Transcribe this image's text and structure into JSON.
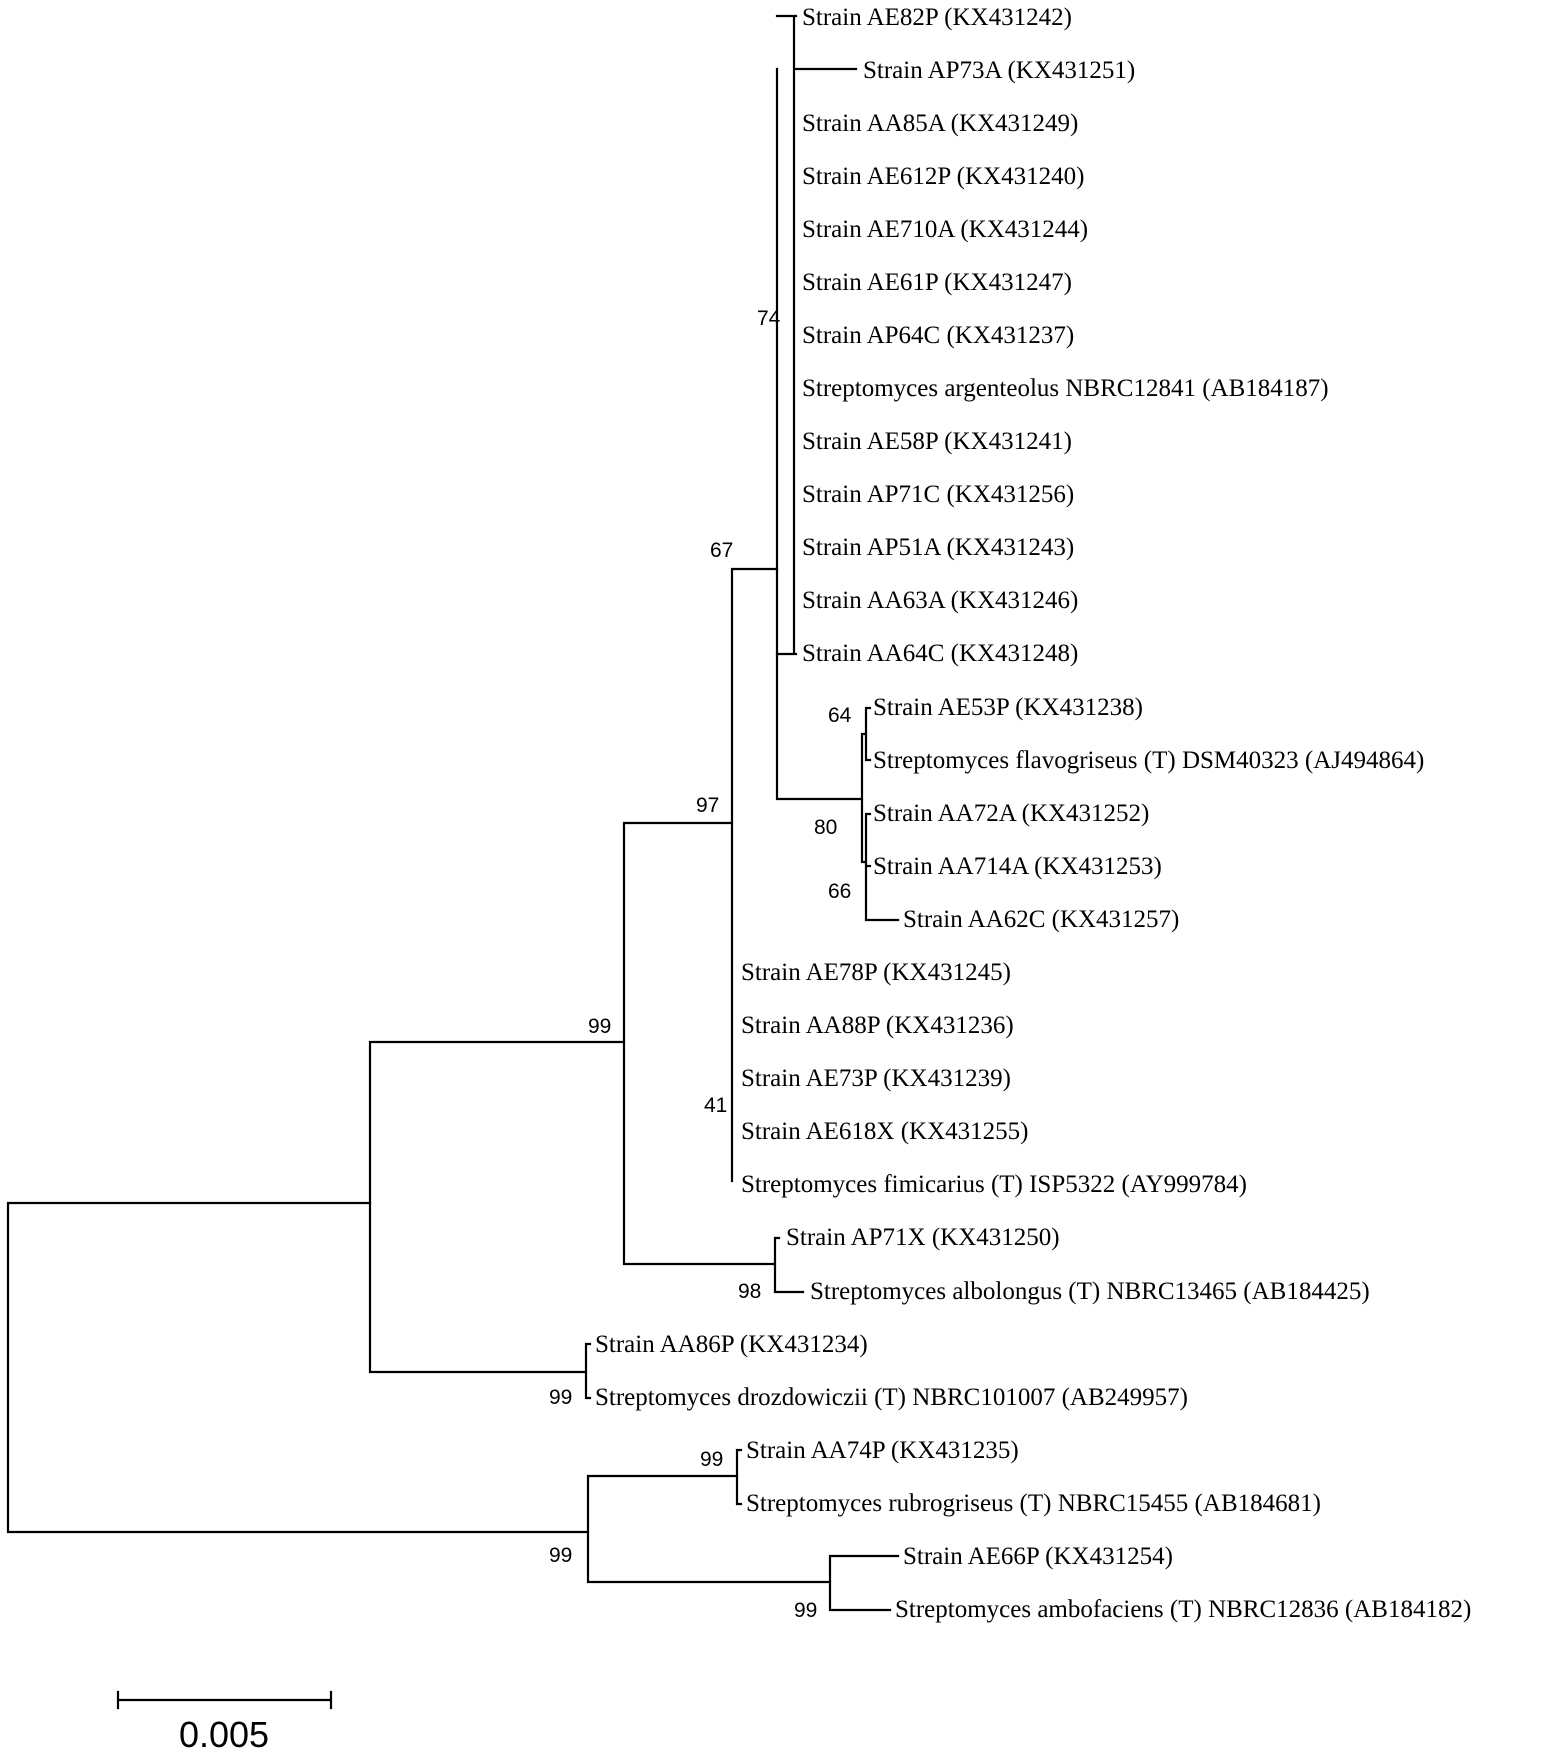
{
  "leaves": [
    "Strain AE82P (KX431242)",
    "Strain AP73A (KX431251)",
    "Strain AA85A (KX431249)",
    "Strain AE612P (KX431240)",
    "Strain AE710A (KX431244)",
    "Strain AE61P (KX431247)",
    "Strain AP64C (KX431237)",
    "Streptomyces argenteolus NBRC12841 (AB184187)",
    "Strain AE58P (KX431241)",
    "Strain AP71C (KX431256)",
    "Strain AP51A (KX431243)",
    "Strain AA63A (KX431246)",
    "Strain AA64C (KX431248)",
    "Strain AE53P (KX431238)",
    "Streptomyces flavogriseus (T) DSM40323 (AJ494864)",
    "Strain AA72A (KX431252)",
    "Strain AA714A (KX431253)",
    "Strain AA62C (KX431257)",
    "Strain AE78P (KX431245)",
    "Strain AA88P (KX431236)",
    "Strain AE73P (KX431239)",
    "Strain AE618X (KX431255)",
    "Streptomyces fimicarius (T) ISP5322 (AY999784)",
    "Strain AP71X (KX431250)",
    "Streptomyces albolongus (T) NBRC13465 (AB184425)",
    "Strain AA86P (KX431234)",
    "Streptomyces drozdowiczii (T) NBRC101007 (AB249957)",
    "Strain AA74P (KX431235)",
    "Streptomyces rubrogriseus (T) NBRC15455 (AB184681)",
    "Strain AE66P (KX431254)",
    "Streptomyces ambofaciens (T) NBRC12836 (AB184182)"
  ],
  "bootstrap": [
    "74",
    "67",
    "64",
    "80",
    "66",
    "97",
    "41",
    "99",
    "98",
    "99",
    "99",
    "99",
    "99"
  ],
  "scale_bar": {
    "label": "0.005",
    "value": 0.005
  }
}
